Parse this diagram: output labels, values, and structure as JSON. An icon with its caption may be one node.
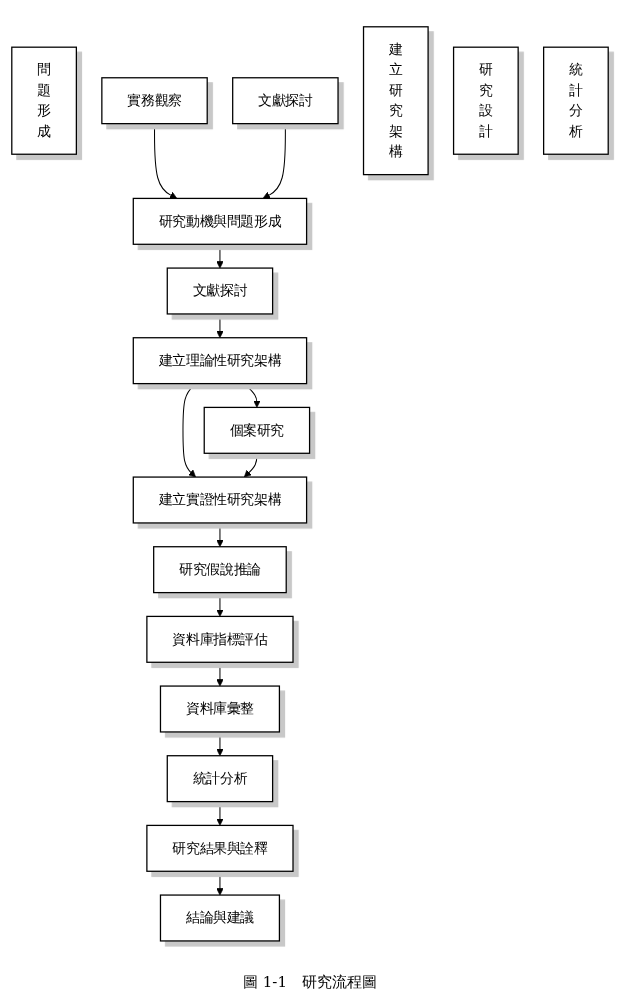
{
  "diagram": {
    "caption": "圖 1-1　研究流程圖",
    "nodes": [
      {
        "text": [
          "問題形成"
        ]
      },
      {
        "text": [
          "實務觀察"
        ]
      },
      {
        "text": [
          "文獻探討"
        ]
      },
      {
        "text": [
          "研究動機與問題形成"
        ]
      },
      {
        "text": [
          "建立研究架構"
        ]
      },
      {
        "text": [
          "文獻探討"
        ]
      },
      {
        "text": [
          "建立理論性研究架構"
        ]
      },
      {
        "text": [
          "個案研究"
        ]
      },
      {
        "text": [
          "建立實證性研究架構"
        ]
      },
      {
        "text": [
          "研究設計"
        ]
      },
      {
        "text": [
          "研究假說推論"
        ]
      },
      {
        "text": [
          "資料庫指標評估"
        ]
      },
      {
        "text": [
          "資料庫彙整"
        ]
      },
      {
        "text": [
          "統計分析"
        ]
      },
      {
        "text": [
          "統計分析"
        ]
      },
      {
        "text": [
          "研究結果與詮釋"
        ]
      },
      {
        "text": [
          "結論與建議"
        ]
      }
    ],
    "edges": [
      {
        "from": 1,
        "to": 3,
        "arrow": "to"
      },
      {
        "from": 2,
        "to": 3,
        "arrow": "to"
      },
      {
        "from": 3,
        "to": 5,
        "arrow": "to"
      },
      {
        "from": 5,
        "to": 6,
        "arrow": "to"
      },
      {
        "from": 6,
        "to": 7,
        "arrow": "to"
      },
      {
        "from": 6,
        "to": 8,
        "arrow": "to"
      },
      {
        "from": 7,
        "to": 8,
        "arrow": "to"
      },
      {
        "from": 8,
        "to": 10,
        "arrow": "to"
      },
      {
        "from": 10,
        "to": 11,
        "arrow": "to"
      },
      {
        "from": 11,
        "to": 12,
        "arrow": "to"
      },
      {
        "from": 12,
        "to": 14,
        "arrow": "to"
      },
      {
        "from": 14,
        "to": 15,
        "arrow": "to"
      },
      {
        "from": 15,
        "to": 16,
        "arrow": "to"
      }
    ]
  }
}
